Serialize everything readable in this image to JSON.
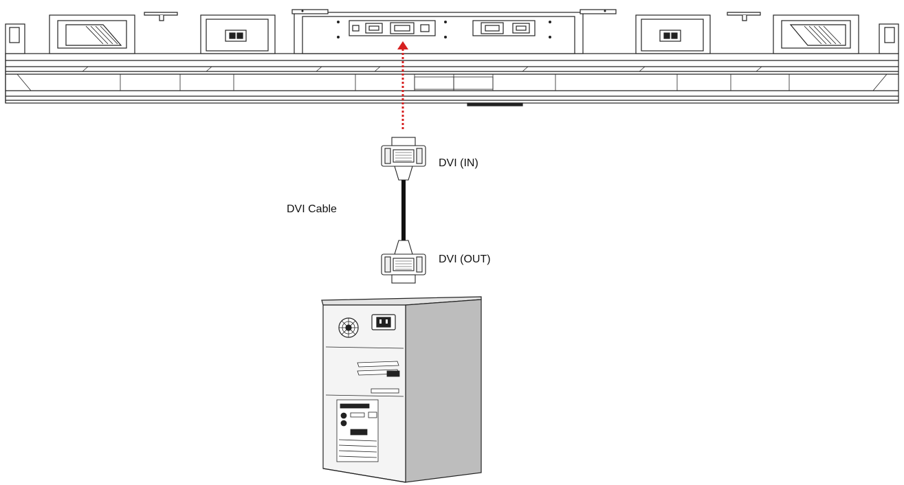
{
  "diagram": {
    "labels": {
      "dvi_in": "DVI (IN)",
      "dvi_out": "DVI (OUT)",
      "cable": "DVI Cable"
    },
    "colors": {
      "line": "#222222",
      "arrow": "#d62020",
      "cable": "#111111",
      "pc_front": "#f4f4f4",
      "pc_side": "#bdbdbd",
      "pc_top": "#e2e2e2"
    }
  }
}
